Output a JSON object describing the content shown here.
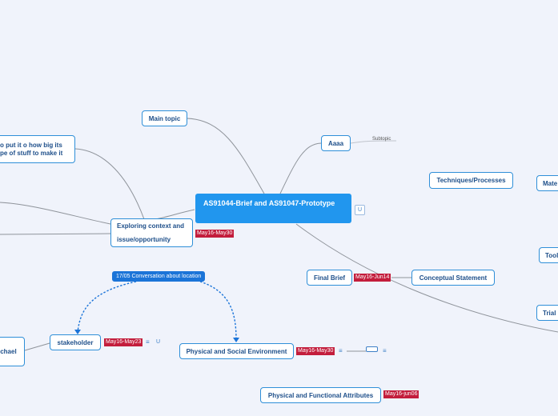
{
  "central": {
    "title": "AS91044-Brief and AS91047-Prototype"
  },
  "nodes": {
    "main_topic": "Main topic",
    "aaaa": "Aaaa",
    "subtopic": "Subtopic",
    "techniques": "Techniques/Processes",
    "mate": "Mate",
    "tool": "Tool",
    "trial": "Trial",
    "top_left_line1": "o put it o  how big its",
    "top_left_line2": "pe of stuff to make it",
    "exploring_line1": "Exploring context and",
    "exploring_line2": "issue/opportunity",
    "final_brief": "Final Brief",
    "conceptual": "Conceptual Statement",
    "stakeholder": "stakeholder",
    "michael": "ichael",
    "physical_social": "Physical and Social Environment",
    "physical_functional": "Physical and Functional Attributes"
  },
  "tags": {
    "exploring": "May16-May30",
    "final_brief": "May16-Jun14",
    "stakeholder": "May16-May23",
    "physical_social": "May16-May30",
    "physical_functional": "May16-jun06"
  },
  "bubble": "17/05 Conversation about location",
  "icons": {
    "link": "link-icon",
    "notes": "notes-icon"
  }
}
